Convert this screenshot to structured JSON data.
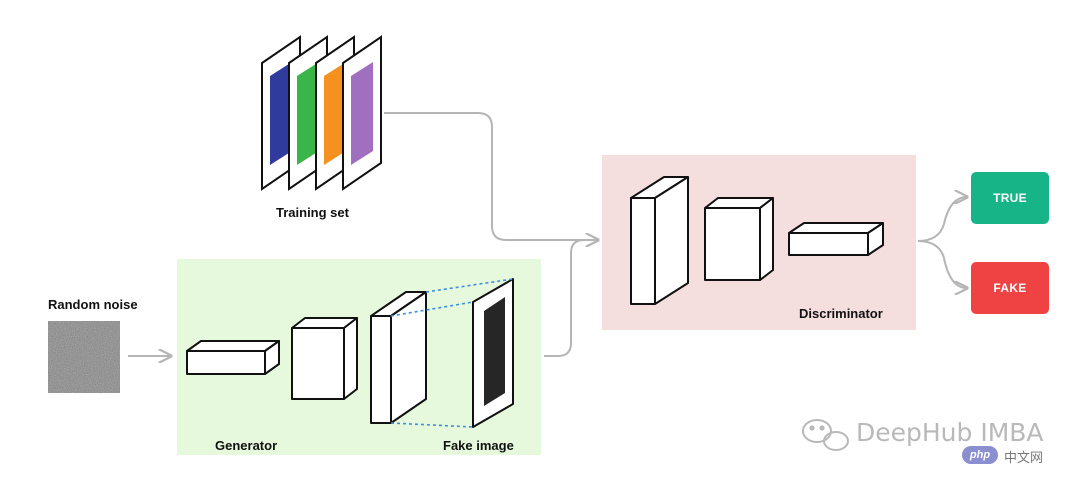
{
  "labels": {
    "training_set": "Training set",
    "random_noise": "Random noise",
    "generator": "Generator",
    "fake_image": "Fake image",
    "discriminator": "Discriminator"
  },
  "outputs": {
    "true": "TRUE",
    "fake": "FAKE"
  },
  "watermark": {
    "brand": "DeepHub IMBA",
    "site_badge": "php",
    "site_suffix": "中文网"
  },
  "colors": {
    "generator_bg": "#e6f9dc",
    "discriminator_bg": "#f5dede",
    "true": "#16b487",
    "fake": "#ef4343",
    "training_stripes": [
      "#2f3c9e",
      "#3ab54a",
      "#f4911f",
      "#a16fbf"
    ]
  },
  "icons": [
    "training-image-stack",
    "noise-image",
    "layer-block-icon",
    "arrow-icon",
    "wechat-icon"
  ]
}
